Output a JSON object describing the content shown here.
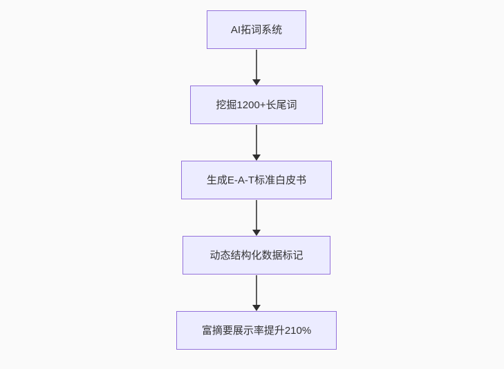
{
  "page": {
    "background_color": "#fafafa"
  },
  "diagram": {
    "type": "flowchart",
    "direction": "top-down",
    "style": {
      "node_fill": "#ECECFF",
      "node_border": "#9370DB",
      "text_color": "#333333",
      "arrow_color": "#333333"
    },
    "nodes": [
      {
        "id": "n1",
        "label": "AI拓词系统"
      },
      {
        "id": "n2",
        "label": "挖掘1200+长尾词"
      },
      {
        "id": "n3",
        "label": "生成E-A-T标准白皮书"
      },
      {
        "id": "n4",
        "label": "动态结构化数据标记"
      },
      {
        "id": "n5",
        "label": "富摘要展示率提升210%"
      }
    ],
    "edges": [
      {
        "from": "n1",
        "to": "n2"
      },
      {
        "from": "n2",
        "to": "n3"
      },
      {
        "from": "n3",
        "to": "n4"
      },
      {
        "from": "n4",
        "to": "n5"
      }
    ]
  }
}
